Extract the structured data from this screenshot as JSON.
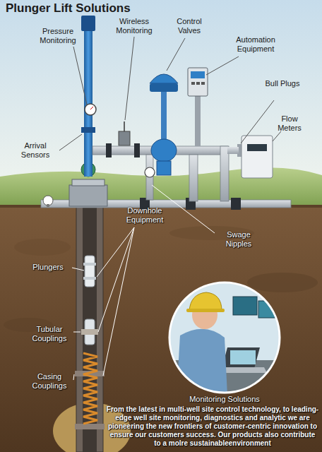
{
  "diagram": {
    "title": "Plunger Lift Solutions",
    "caption": "From the latest in multi-well site control technology, to leading-edge well site monitoring, diagnostics and analytic we are pioneering the new frontiers of customer-centric innovation to ensure our customers success. Our products also contribute to a molre sustainableenvironment",
    "labels": [
      "Pressure Monitoring",
      "Wireless Monitoring",
      "Control Valves",
      "Automation Equipment",
      "Bull Plugs",
      "Flow Meters",
      "Arrival Sensors",
      "Swage Nipples",
      "Downhole Equipment",
      "Plungers",
      "Tubular Couplings",
      "Casing Couplings",
      "Monitoring Solutions"
    ]
  }
}
